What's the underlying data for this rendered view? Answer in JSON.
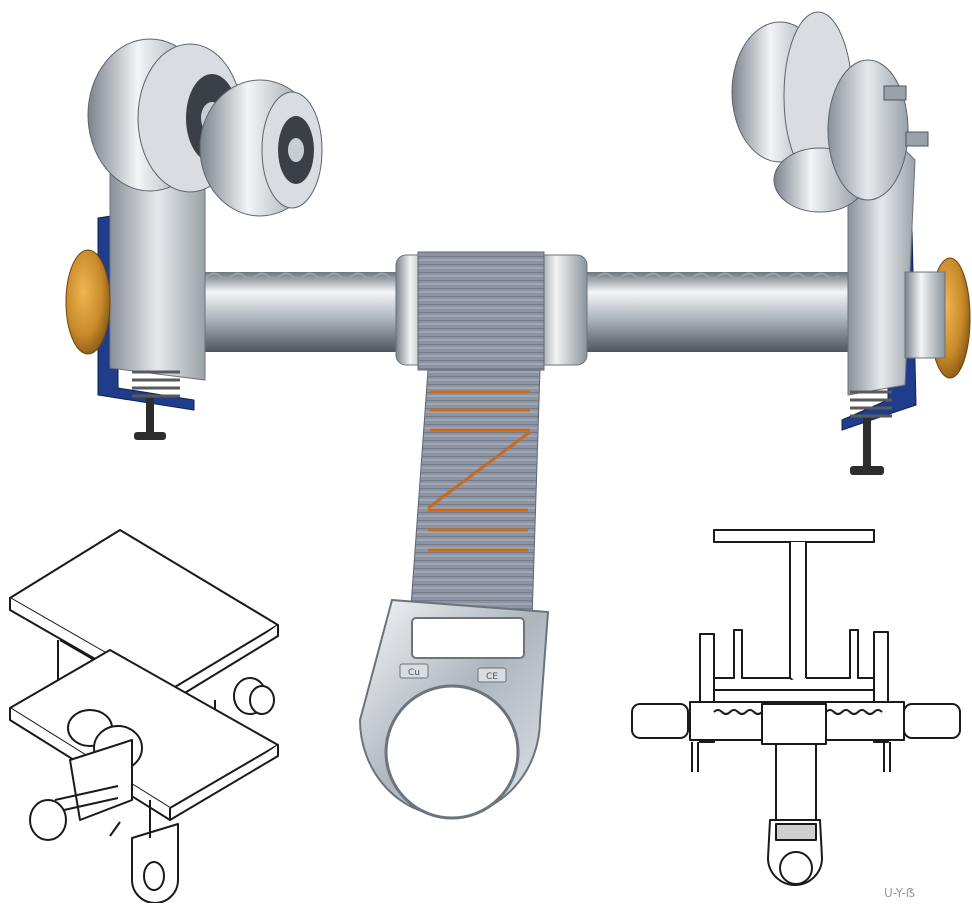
{
  "product": {
    "name": "beam-trolley-anchor",
    "ring_stamp_left": "Cu",
    "ring_stamp_right": "CE"
  },
  "watermark": "U-Y-ẞ",
  "colors": {
    "background": "#ffffff",
    "steel_light": "#eef1f4",
    "steel_mid": "#b9c0c8",
    "steel_dark": "#5d646c",
    "bracket_blue": "#1f3d8a",
    "knob_orange": "#c98a2a",
    "strap_grey": "#8c94a3",
    "strap_stitch": "#c86a1f",
    "line_art": "#1a1a1a"
  },
  "icons": {
    "beam_drawing_left": "isometric-beam-trolley-drawing",
    "beam_drawing_right": "front-view-beam-trolley-drawing"
  }
}
